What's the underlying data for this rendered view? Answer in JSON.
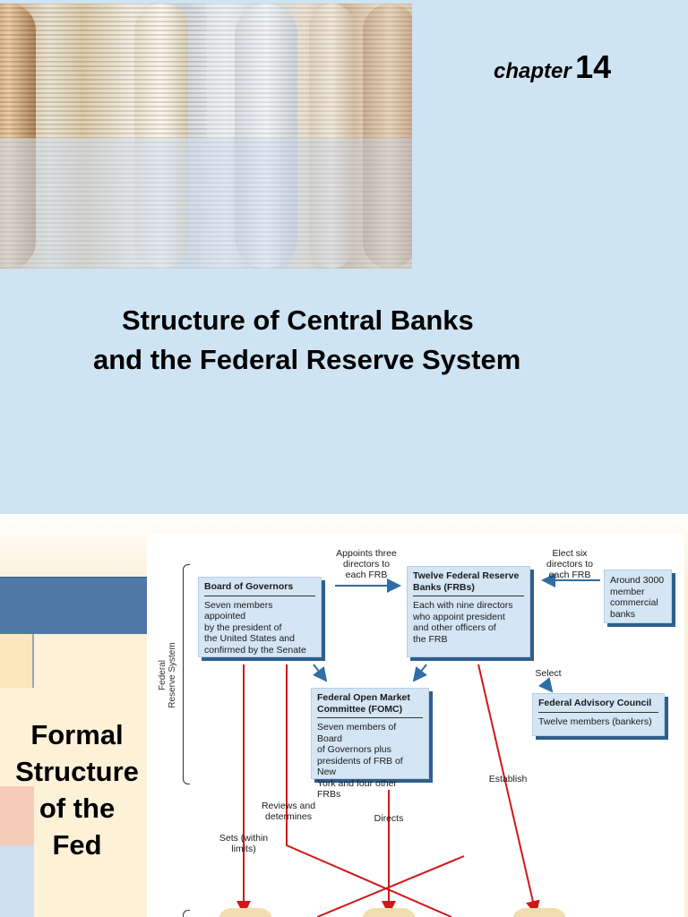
{
  "slide1": {
    "chapter_word": "chapter",
    "chapter_number": "14",
    "title_line1": "Structure of Central Banks",
    "title_line2": "and the Federal Reserve System"
  },
  "slide2": {
    "title_lines": [
      "Formal",
      "Structure",
      "of the",
      "Fed"
    ],
    "diagram": {
      "frs_label_line1": "Federal",
      "frs_label_line2": "Reserve System",
      "board": {
        "heading": "Board of Governors",
        "body": [
          "Seven members appointed",
          "by the president of",
          "the United States and",
          "confirmed by the Senate"
        ]
      },
      "frbs": {
        "heading_line1": "Twelve Federal Reserve",
        "heading_line2": "Banks (FRBs)",
        "body": [
          "Each with nine directors",
          "who appoint president",
          "and other officers of",
          "the FRB"
        ]
      },
      "member_banks": {
        "body": [
          "Around 3000",
          "member",
          "commercial",
          "banks"
        ]
      },
      "fomc": {
        "heading_line1": "Federal Open Market",
        "heading_line2": "Committee (FOMC)",
        "body": [
          "Seven members of Board",
          "of Governors plus",
          "presidents of FRB of New",
          "York and four other FRBs"
        ]
      },
      "advisory": {
        "heading": "Federal Advisory Council",
        "body": "Twelve members (bankers)"
      },
      "labels": {
        "appoints": [
          "Appoints three",
          "directors to",
          "each FRB"
        ],
        "elect": [
          "Elect six",
          "directors to",
          "each FRB"
        ],
        "select": "Select",
        "establish": "Establish",
        "reviews": [
          "Reviews and",
          "determines"
        ],
        "directs": "Directs",
        "sets": [
          "Sets (within",
          "limits)"
        ]
      }
    }
  },
  "colors": {
    "slide1_bg": "#cfe4f2",
    "band": "#4f79a6",
    "box_fill": "#d4e5f4",
    "box_shadow": "#2e5f8e",
    "blue_arrow": "#2e6ea6",
    "red_arrow": "#d01818"
  }
}
